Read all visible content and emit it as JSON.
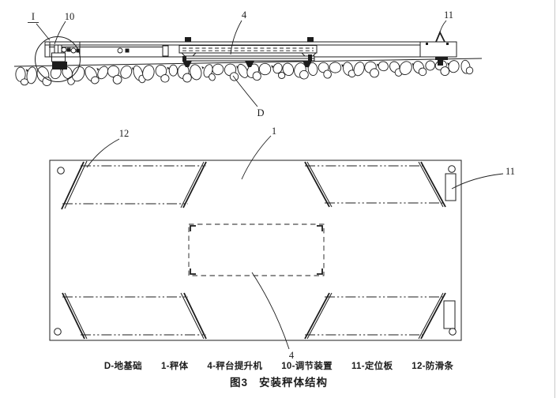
{
  "colors": {
    "ink": "#1c1c1c",
    "background": "#ffffff"
  },
  "side_view": {
    "labels": {
      "detail_marker": "I",
      "adjusting_device": "10",
      "platform_lifter": "4",
      "positioning_plate": "11",
      "foundation": "D"
    }
  },
  "plan_view": {
    "labels": {
      "antislip_strip": "12",
      "scale_body": "1",
      "positioning_plate": "11",
      "platform_lifter": "4"
    }
  },
  "legend": {
    "items": [
      "D-地基础",
      "1-秤体",
      "4-秤台提升机",
      "10-调节装置",
      "11-定位板",
      "12-防滑条"
    ]
  },
  "caption": {
    "figure_no": "图3",
    "title": "安装秤体结构"
  }
}
